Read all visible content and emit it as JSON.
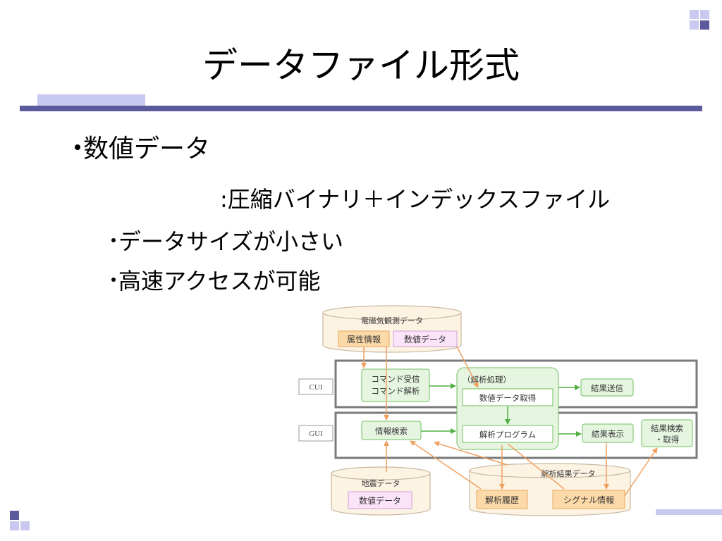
{
  "title": "データファイル形式",
  "bullets": {
    "l1": "数値データ",
    "l1_sub": ":圧縮バイナリ＋インデックスファイル",
    "l2a": "データサイズが小さい",
    "l2b": "高速アクセスが可能"
  },
  "diagram": {
    "cyl_top": "電磁気観測データ",
    "attr_info": "属性情報",
    "num_data": "数値データ",
    "cui": "CUI",
    "gui": "GUI",
    "cmd_line1": "コマンド受信",
    "cmd_line2": "コマンド解析",
    "analysis_title": "（解析処理）",
    "get_data": "数値データ取得",
    "analysis_prog": "解析プログラム",
    "result_send": "結果送信",
    "info_search": "情報検索",
    "result_show": "結果表示",
    "result_search1": "結果検索",
    "result_search2": "・取得",
    "quake_cyl": "地震データ",
    "quake_num": "数値データ",
    "result_cyl": "解析結果データ",
    "history": "解析履歴",
    "signal": "シグナル情報"
  },
  "colors": {
    "accent_bar": "#5a5a9c",
    "accent_light": "#c8c8f0",
    "box_green_fill": "#e6f5e0",
    "box_green_stroke": "#70c060",
    "orange_fill": "#fcd9a8",
    "orange_stroke": "#e8a860",
    "pink_fill": "#fbe3f8",
    "pink_stroke": "#d0a0d8",
    "cyl_fill": "#fdf3e3"
  }
}
